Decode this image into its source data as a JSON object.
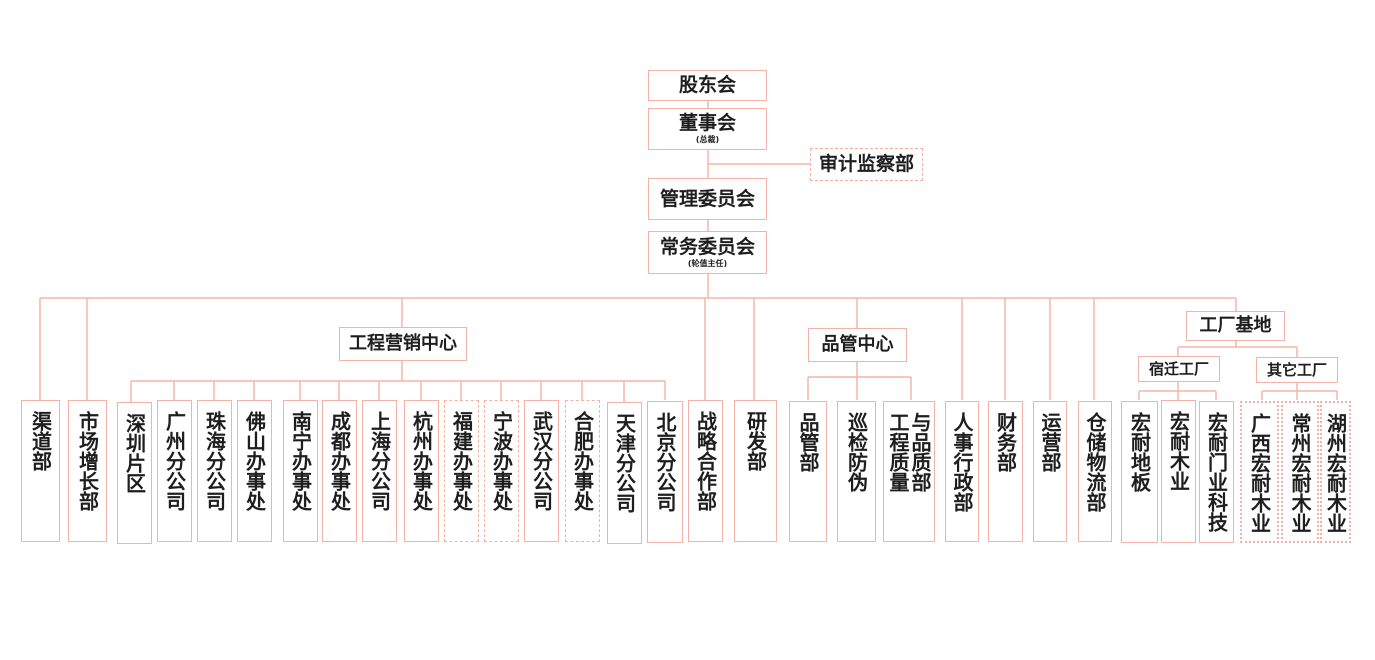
{
  "colors": {
    "line": "#f4b6a8",
    "border": "#f2b3a6",
    "text": "#1e1e1e"
  },
  "top": {
    "shareholders": "股东会",
    "board": {
      "title": "董事会",
      "note": "(总裁)"
    },
    "audit": "审计监察部",
    "management": "管理委员会",
    "standing": {
      "title": "常务委员会",
      "note": "(轮值主任)"
    }
  },
  "centers": {
    "marketing": "工程营销中心",
    "quality": "品管中心",
    "factory": "工厂基地",
    "suqian": "宿迁工厂",
    "other": "其它工厂"
  },
  "departments": [
    {
      "id": "channel",
      "label": "渠道部"
    },
    {
      "id": "market-growth",
      "label": "市场增长部"
    },
    {
      "id": "shenzhen",
      "label": "深圳片区"
    },
    {
      "id": "guangzhou",
      "label": "广州分公司"
    },
    {
      "id": "zhuhai",
      "label": "珠海分公司"
    },
    {
      "id": "foshan",
      "label": "佛山办事处"
    },
    {
      "id": "nanning",
      "label": "南宁办事处"
    },
    {
      "id": "chengdu",
      "label": "成都办事处"
    },
    {
      "id": "shanghai",
      "label": "上海分公司"
    },
    {
      "id": "hangzhou",
      "label": "杭州办事处"
    },
    {
      "id": "fujian",
      "label": "福建办事处"
    },
    {
      "id": "ningbo",
      "label": "宁波办事处"
    },
    {
      "id": "wuhan",
      "label": "武汉分公司"
    },
    {
      "id": "hefei",
      "label": "合肥办事处"
    },
    {
      "id": "tianjin",
      "label": "天津分公司"
    },
    {
      "id": "beijing",
      "label": "北京分公司"
    },
    {
      "id": "strategy",
      "label": "战略合作部"
    },
    {
      "id": "rnd",
      "label": "研发部"
    },
    {
      "id": "qc",
      "label": "品管部"
    },
    {
      "id": "inspection",
      "label": "巡检防伪"
    },
    {
      "id": "eng-quality",
      "label": "工程质量与品质部",
      "col1": "工程质量",
      "col2": "与品质部"
    },
    {
      "id": "hr",
      "label": "人事行政部"
    },
    {
      "id": "finance",
      "label": "财务部"
    },
    {
      "id": "operations",
      "label": "运营部"
    },
    {
      "id": "logistics",
      "label": "仓储物流部"
    },
    {
      "id": "floor",
      "label": "宏耐地板"
    },
    {
      "id": "wood",
      "label": "宏耐木业"
    },
    {
      "id": "door",
      "label": "宏耐门业科技"
    },
    {
      "id": "guangxi",
      "label": "广西宏耐木业"
    },
    {
      "id": "changzhou",
      "label": "常州宏耐木业"
    },
    {
      "id": "huzhou",
      "label": "湖州宏耐木业"
    }
  ]
}
